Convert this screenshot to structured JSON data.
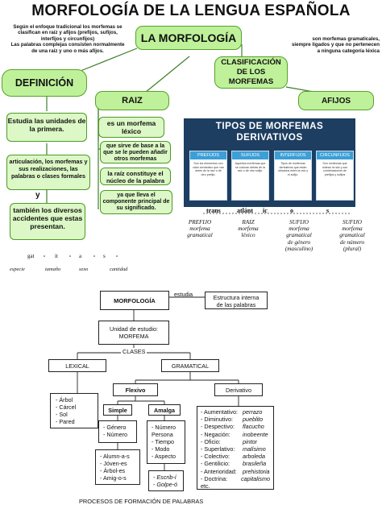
{
  "title": "MORFOLOGÍA DE LA LENGUA ESPAÑOLA",
  "note_left": [
    "Según el enfoque tradicional los morfemas se",
    "clasifican en raíz y afijos (prefijos, sufijos,",
    "interfijos y circunfijos)",
    "Las palabras complejas consisten normalmente",
    "de una raíz y uno o más afijos."
  ],
  "note_right": [
    "son morfemas gramaticales,",
    "siempre ligados y que no pertenecen",
    "a ninguna categoría léxica"
  ],
  "main_node": "LA MORFOLOGÍA",
  "definicion": "DEFINICIÓN",
  "clasificacion": [
    "CLASIFICACIÓN",
    "DE LOS MORFEMAS"
  ],
  "raiz": "RAIZ",
  "afijos": "AFIJOS",
  "def_items": {
    "a": "Estudia las unidades de la primera.",
    "b": "articulación, los morfemas y sus realizaciones, las palabras o clases formales",
    "y": "y",
    "c": "también los diversos accidentes que estas presentan."
  },
  "raiz_items": {
    "a": "es un morfema léxico",
    "b": "que sirve de base a la que se le pueden añadir otros morfemas",
    "c": "la raíz constituye el núcleo de la palabra",
    "d": "ya que lleva el componente principal de su significado."
  },
  "tipos": {
    "title": [
      "TIPOS DE MORFEMAS",
      "DERIVATIVOS"
    ],
    "cards": [
      {
        "head": "PREFIJOS",
        "body": "Son los elementos con valor semántico que van antes de la raíz o de otro prefijo."
      },
      {
        "head": "SUFIJOS",
        "body": "Aquellos morfemas que se colocan detrás de la raíz o de otro sufijo."
      },
      {
        "head": "INTERFIJOS",
        "body": "Tipos de morfemas derivativos que están ubicados entre la raíz y el sufijo."
      },
      {
        "head": "CIRCUNFIJOS",
        "body": "Son morfemas que rodean la raíz y son combinaciones de prefijos y sufijos"
      }
    ]
  },
  "trans_word": {
    "parts": [
      "trans",
      "atlánt",
      "ic",
      "o",
      "s"
    ],
    "labels": [
      [
        "PREFIJO",
        "morfema",
        "gramatical"
      ],
      [
        "RAIZ",
        "morfema",
        "léxico"
      ],
      [
        "SUFIJO",
        "morfema",
        "gramatical",
        "de género",
        "(masculino)"
      ],
      [
        "SUFIJO",
        "morfema",
        "gramatical",
        "de número",
        "(plural)"
      ]
    ]
  },
  "gato_word": {
    "parts": [
      "gat",
      "it",
      "a",
      "s"
    ],
    "labels": [
      "especie",
      "tamaño",
      "sexo",
      "cantidad"
    ]
  },
  "flow": {
    "morfologia": "MORFOLOGÍA",
    "estudia": "estudia",
    "estructura": [
      "Estructura interna",
      "de las palabras"
    ],
    "unidad": [
      "Unidad de estudio:",
      "MORFEMA"
    ],
    "clases": "CLASES",
    "lexical": "LEXICAL",
    "gramatical": "GRAMATICAL",
    "flexivo": "Flexivo",
    "derivativo": "Derivativo",
    "lexical_items": [
      "- Árbol",
      "- Cárcel",
      "- Sol",
      "- Pared"
    ],
    "simple": "Simple",
    "amalga": "Amalga",
    "simple_items": [
      "- Género",
      "- Número"
    ],
    "simple_examples": [
      "- Alumn-a-s",
      "- Jóven-es",
      "- Árbol-es",
      "- Amig-o-s"
    ],
    "amalga_items": [
      "- Número",
      "Persona",
      "- Tiempo",
      "- Modo",
      "- Aspecto"
    ],
    "amalga_examples": [
      "- Escrib-í",
      "- Golpe-ó"
    ],
    "deriv_items": [
      "- Aumentativo:",
      "- Diminutivo:",
      "- Despectivo:",
      "- Negación:",
      "- Oficio:",
      "- Superlativo:",
      "- Colectivo:",
      "- Gentilicio:",
      "- Anterioridad:",
      "- Doctrina:",
      "etc."
    ],
    "deriv_examples": [
      "perrazo",
      "pueblito",
      "flacucho",
      "inobeente",
      "pintor",
      "malísimo",
      "arboleda",
      "brasileña",
      "prehistoria",
      "capitalismo",
      ""
    ],
    "footer": "PROCESOS DE FORMACIÓN DE PALABRAS"
  }
}
